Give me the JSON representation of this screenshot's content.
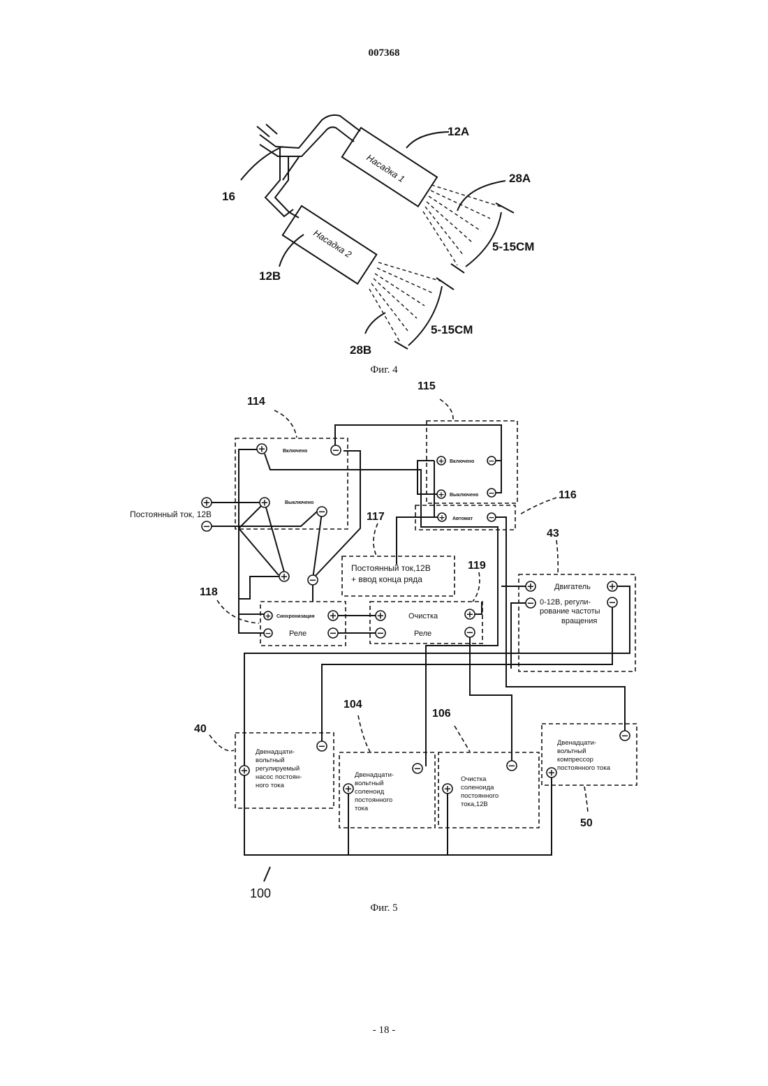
{
  "header": {
    "doc_number": "007368"
  },
  "footer": {
    "page": "- 18 -"
  },
  "fig4": {
    "caption": "Фиг. 4",
    "nozzle1": "Насадка  1",
    "nozzle2": "Насадка 2",
    "labels": {
      "l12a": "12A",
      "l12b": "12B",
      "l16": "16",
      "l28a": "28A",
      "l28b": "28B",
      "dist1": "5-15CM",
      "dist2": "5-15CM"
    }
  },
  "fig5": {
    "caption": "Фиг. 5",
    "labels": {
      "l114": "114",
      "l115": "115",
      "l116": "116",
      "l117": "117",
      "l118": "118",
      "l119": "119",
      "l43": "43",
      "l40": "40",
      "l104": "104",
      "l106": "106",
      "l50": "50",
      "l100": "100"
    },
    "switch114": {
      "on": "Включено",
      "off": "Выключено"
    },
    "switch115": {
      "on": "Включено",
      "off": "Выключено"
    },
    "auto116": "Автомат",
    "dc_source": "Постоянный ток, 12В",
    "box117": {
      "line1": "Постоянный ток,12В",
      "line2": "+ ввод конца ряда"
    },
    "relay118": {
      "title": "Синхронизация",
      "sub": "Реле"
    },
    "relay119": {
      "title": "Очистка",
      "sub": "Реле"
    },
    "motor43": {
      "title": "Двигатель",
      "line1": "0-12В, регули-",
      "line2": "рование частоты",
      "line3": "вращения"
    },
    "pump40": {
      "line1": "Двенадцати-",
      "line2": "вольтный",
      "line3": "регулируемый",
      "line4": "насос постоян-",
      "line5": "ного тока"
    },
    "sol104": {
      "line1": "Двенадцати-",
      "line2": "вольтный",
      "line3": "соленоид",
      "line4": "постоянного",
      "line5": "тока"
    },
    "clean106": {
      "line1": "Очистка",
      "line2": "соленоида",
      "line3": "постоянного",
      "line4": "тока,12В"
    },
    "comp50": {
      "line1": "Двенадцати-",
      "line2": "вольтный",
      "line3": "компрессор",
      "line4": "постоянного тока"
    }
  }
}
